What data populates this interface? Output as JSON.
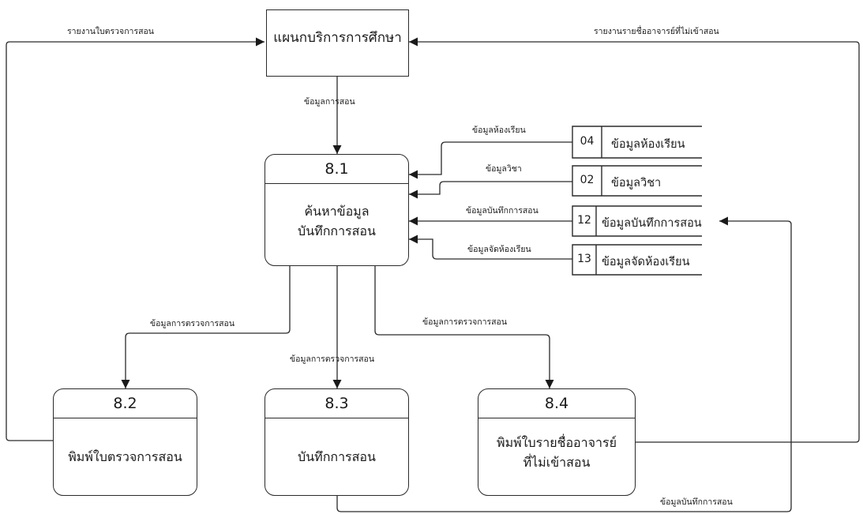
{
  "external_entity": {
    "label": "แผนกบริการการศึกษา"
  },
  "processes": [
    {
      "id": "8.1",
      "name_line1": "ค้นหาข้อมูล",
      "name_line2": "บันทึกการสอน"
    },
    {
      "id": "8.2",
      "name_line1": "พิมพ์ใบตรวจการสอน",
      "name_line2": ""
    },
    {
      "id": "8.3",
      "name_line1": "บันทึกการสอน",
      "name_line2": ""
    },
    {
      "id": "8.4",
      "name_line1": "พิมพ์ใบรายชื่ออาจารย์",
      "name_line2": "ที่ไม่เข้าสอน"
    }
  ],
  "data_stores": [
    {
      "id": "04",
      "name": "ข้อมูลห้องเรียน"
    },
    {
      "id": "02",
      "name": "ข้อมูลวิชา"
    },
    {
      "id": "12",
      "name": "ข้อมูลบันทึกการสอน"
    },
    {
      "id": "13",
      "name": "ข้อมูลจัดห้องเรียน"
    }
  ],
  "flows": {
    "report_inspection": "รายงานใบตรวจการสอน",
    "report_absent": "รายงานรายชื่ออาจารย์ที่ไม่เข้าสอน",
    "teaching_info": "ข้อมูลการสอน",
    "classroom_info": "ข้อมูลห้องเรียน",
    "subject_info": "ข้อมูลวิชา",
    "teaching_record": "ข้อมูลบันทึกการสอน",
    "room_allocation": "ข้อมูลจัดห้องเรียน",
    "inspection_to_82": "ข้อมูลการตรวจการสอน",
    "inspection_to_83": "ข้อมูลการตรวจการสอน",
    "inspection_to_84": "ข้อมูลการตรวจการสอน",
    "record_from_83": "ข้อมูลบันทึกการสอน"
  }
}
